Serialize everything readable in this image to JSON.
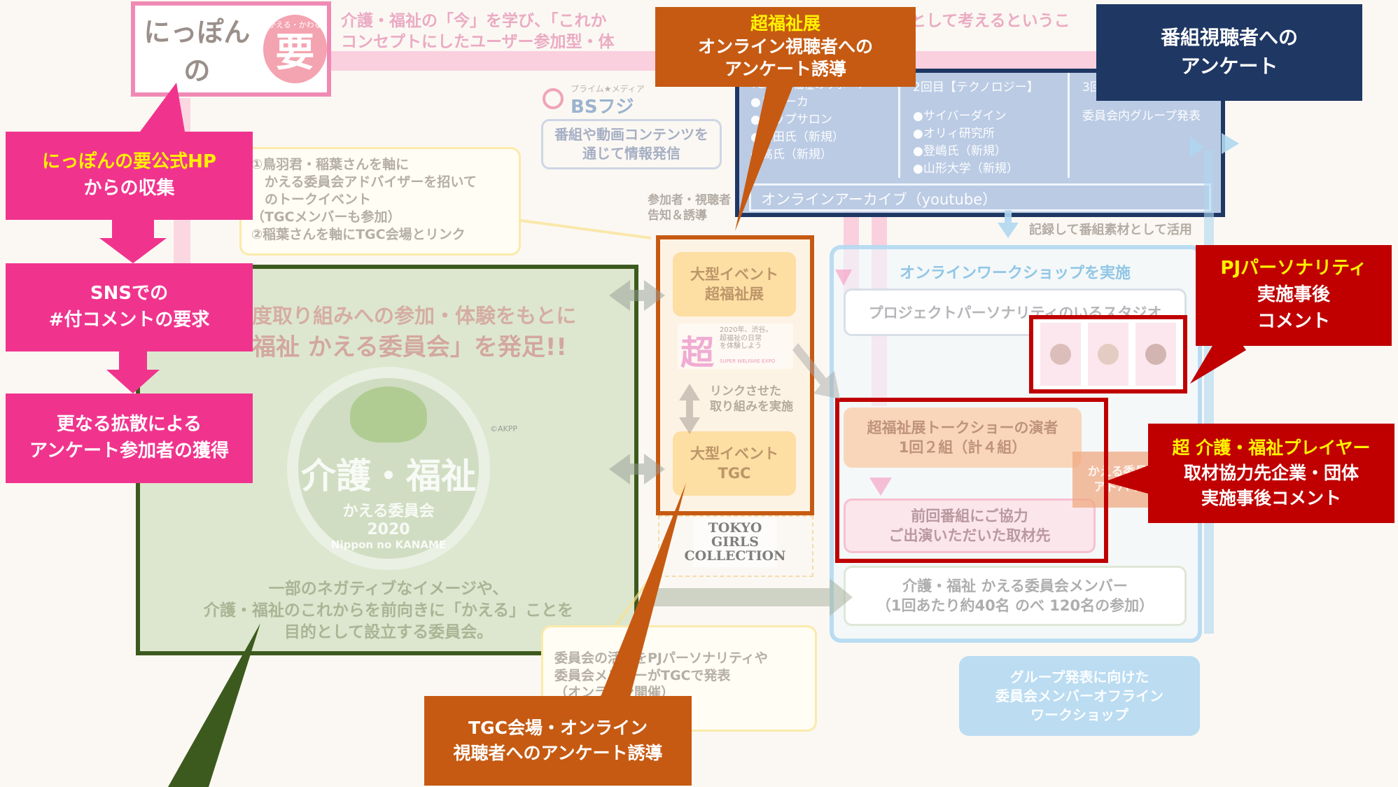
{
  "logo": {
    "text": "にっぽんの",
    "kanji": "要",
    "ring_text": "かえる・かわる"
  },
  "concept": {
    "line1": "介護・福祉の「今」を学び、「これか",
    "line1b": "として考えるというこ",
    "line2": "コンセプトにしたユーザー参加型・体"
  },
  "bsfuji": {
    "small": "プライム★メディア",
    "name": "BSフジ"
  },
  "program_info": "番組や動画コンテンツを\n通じて情報発信",
  "talk_event": "①鳥羽君・稲葉さんを軸に\n　かえる委員会アドバイザーを招いて\n　のトークイベント\n（TGCメンバーも参加）\n②稲葉さんを軸にTGC会場とリンク",
  "participants_note": "参加者・視聴者\n告知＆誘導",
  "program_table": {
    "col1_title": "TGC＆超福祉のリポート",
    "col1_items": [
      "●リリーカ",
      "●トップサロン",
      "●西田氏（新規）",
      "●高氏（新規）"
    ],
    "col2_title": "2回目【テクノロジー】",
    "col2_items": [
      "●サイバーダイン",
      "●オリィ研究所",
      "●登嶋氏（新規）",
      "●山形大学（新規）"
    ],
    "col3_title": "3回",
    "col3_text": "委員会内グループ発表",
    "archive": "オンラインアーカイブ（youtube）"
  },
  "record_note": "記録して番組素材として活用",
  "committee": {
    "headline1": "度取り組みへの参加・体験をもとに",
    "headline2": "福祉 かえる委員会」を発足!!",
    "logo_main": "介護・福祉",
    "logo_sub": "かえる委員会",
    "logo_year": "2020",
    "logo_ring": "Nippon no KANAME",
    "copyright": "©AKPP",
    "description": "一部のネガティブなイメージや、\n介護・福祉のこれからを前向きに「かえる」ことを\n目的として設立する委員会。"
  },
  "events": {
    "chofukushi": "大型イベント\n超福祉展",
    "link_note": "リンクさせた\n取り組みを実施",
    "tgc": "大型イベント\nTGC",
    "chofukushi_logo": "超",
    "chofukushi_logo_text": "2020年、渋谷。\n超福祉の日常\nを体験しよう",
    "chofukushi_logo_en": "SUPER WELFARE EXPO",
    "tgc_logo": "TOKYO\nGIRLS\nCOLLECTION"
  },
  "workshop": {
    "title": "オンラインワークショップを実施",
    "studio": "プロジェクトパーソナリティのいるスタジオ",
    "talkshow": "超福祉展トークショーの演者\n1回２組（計４組）",
    "previous": "前回番組にご協力\nご出演いただいた取材先",
    "members": "介護・福祉 かえる委員会メンバー\n（1回あたり約40名 のべ 120名の参加）",
    "kaeru_tab": "かえる委員\nアドバイ"
  },
  "bottom_note": "委員会の活動をPJパーソナリティや\n委員会メンバーがTGCで発表\n（オンライン開催）",
  "offline_ws": "グループ発表に向けた\n委員会メンバーオフライン\nワークショップ",
  "callouts": {
    "hp": "にっぽんの要公式HP",
    "hp2": "からの収集",
    "sns": "SNSでの\n#付コメントの要求",
    "spread": "更なる拡散による\nアンケート参加者の獲得",
    "chofukushi_online": "超福祉展\nオンライン視聴者への\nアンケート誘導",
    "viewers": "番組視聴者への\nアンケート",
    "pj": "PJパーソナリティ\n実施事後\nコメント",
    "players": "超 介護・福祉プレイヤー\n取材協力先企業・団体\n実施事後コメント",
    "tgc_online": "TGC会場・オンライン\n視聴者へのアンケート誘導"
  },
  "colors": {
    "pink": "#f0348e",
    "hp_yellow": "#fff200",
    "orange": "#c65a12",
    "navy": "#1f3763",
    "red": "#c00000",
    "green": "#3d5a1e"
  }
}
